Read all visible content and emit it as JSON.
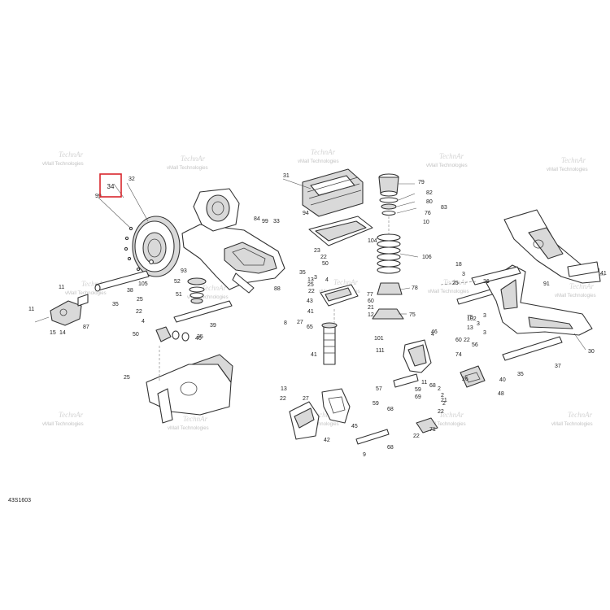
{
  "diagram": {
    "document_id": "43S1603",
    "highlight_label": "34",
    "watermark_text": "vMall Technologies",
    "watermark_logo": "TechnAr",
    "callouts": [
      "32",
      "99",
      "105",
      "38",
      "35",
      "11",
      "87",
      "14",
      "15",
      "11",
      "25",
      "22",
      "4",
      "50",
      "40",
      "35",
      "39",
      "93",
      "52",
      "51",
      "84",
      "99",
      "88",
      "33",
      "94",
      "31",
      "23",
      "22",
      "50",
      "35",
      "13",
      "3",
      "4",
      "25",
      "22",
      "43",
      "41",
      "27",
      "65",
      "8",
      "41",
      "25",
      "13",
      "22",
      "27",
      "42",
      "9",
      "45",
      "79",
      "82",
      "80",
      "83",
      "76",
      "10",
      "104",
      "106",
      "77",
      "78",
      "60",
      "21",
      "12",
      "75",
      "101",
      "111",
      "57",
      "59",
      "68",
      "59",
      "69",
      "68",
      "21",
      "22",
      "71",
      "68",
      "22",
      "2",
      "11",
      "18",
      "3",
      "25",
      "36",
      "102",
      "13",
      "22",
      "56",
      "46",
      "74",
      "48",
      "37",
      "40",
      "35",
      "30",
      "91",
      "41",
      "2",
      "75",
      "3",
      "4",
      "60",
      "26",
      "3",
      "3",
      "2"
    ]
  }
}
